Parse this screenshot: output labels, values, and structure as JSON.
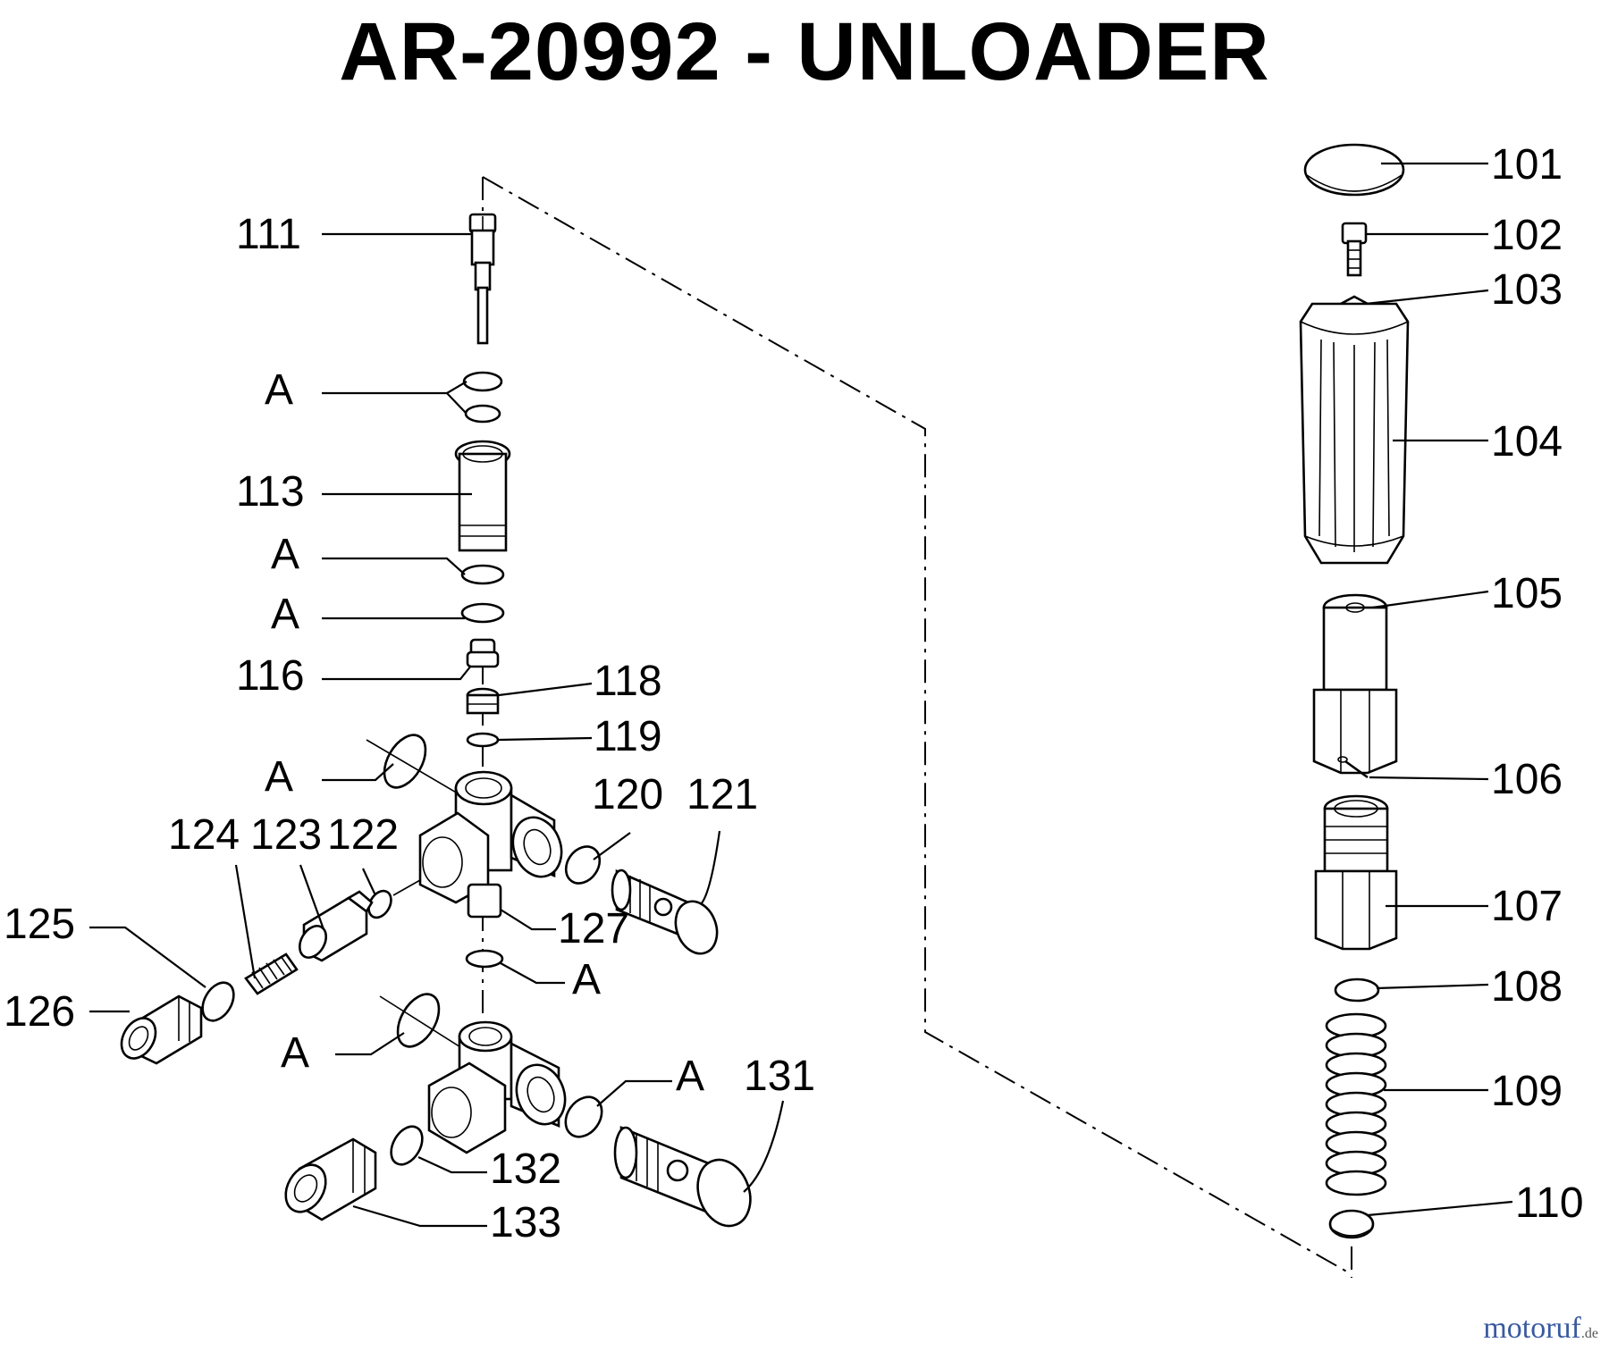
{
  "title": "AR-20992 - UNLOADER",
  "labels": {
    "p101": "101",
    "p102": "102",
    "p103": "103",
    "p104": "104",
    "p105": "105",
    "p106": "106",
    "p107": "107",
    "p108": "108",
    "p109": "109",
    "p110": "110",
    "p111": "111",
    "p113": "113",
    "p116": "116",
    "p118": "118",
    "p119": "119",
    "p120": "120",
    "p121": "121",
    "p122": "122",
    "p123": "123",
    "p124": "124",
    "p125": "125",
    "p126": "126",
    "p127": "127",
    "p131": "131",
    "p132": "132",
    "p133": "133",
    "a": "A"
  },
  "watermark": {
    "brand": "motoruf",
    "tld": ".de"
  }
}
